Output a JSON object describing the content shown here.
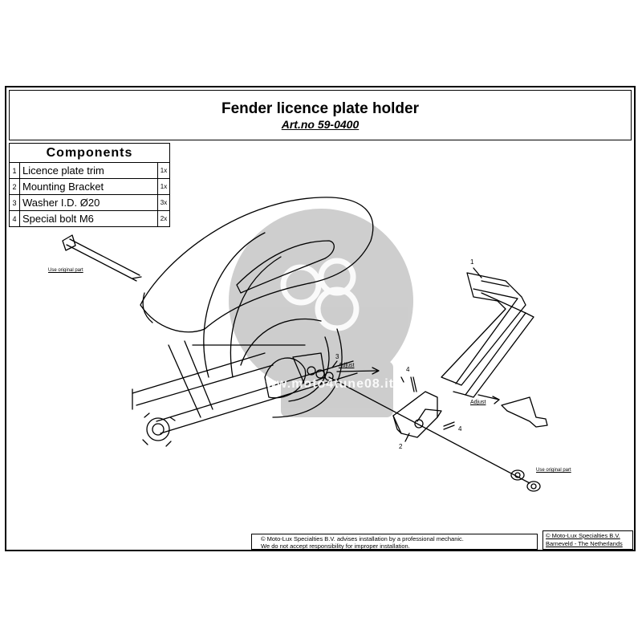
{
  "title": "Fender licence plate holder",
  "article": "Art.no 59-0400",
  "components_heading": "Components",
  "components": [
    {
      "num": "1",
      "name": "Licence plate trim",
      "qty": "1x"
    },
    {
      "num": "2",
      "name": "Mounting Bracket",
      "qty": "1x"
    },
    {
      "num": "3",
      "name": "Washer I.D. Ø20",
      "qty": "3x"
    },
    {
      "num": "4",
      "name": "Special bolt M6",
      "qty": "2x"
    }
  ],
  "notes": {
    "use_original_left": "Use original part",
    "use_original_right": "Use original part",
    "adjust_center": "Adjust",
    "adjust_right": "Adjust"
  },
  "callouts": {
    "c1": "1",
    "c2": "2",
    "c3": "3",
    "c4a": "4",
    "c4b": "4"
  },
  "watermark": "www.moto4tune08.it",
  "disclaimer": {
    "line1": "© Moto-Lux Specialties B.V. advises installation by a professional mechanic.",
    "line2": "We do not accept responsibility for improper installation."
  },
  "copyright": {
    "line1": "© Moto-Lux Specialties B.V.",
    "line2": "Barneveld - The Netherlands"
  }
}
